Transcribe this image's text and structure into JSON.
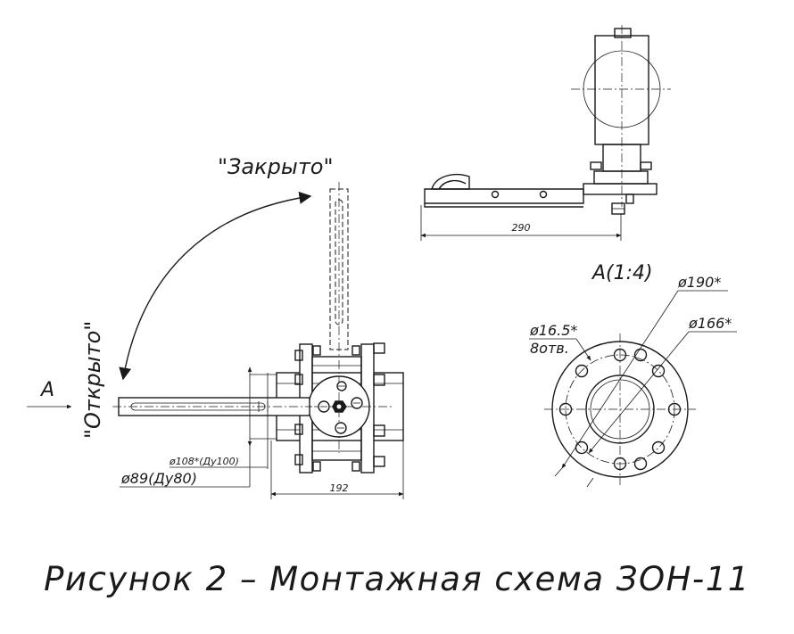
{
  "labels": {
    "closed": "\"Закрыто\"",
    "open": "\"Открыто\"",
    "view_arrow": "A"
  },
  "side_view": {
    "dim_length": "290"
  },
  "front_view": {
    "dim_width": "192",
    "dim_flange": "ø108*(Ду100)",
    "dim_pipe": "ø89(Ду80)"
  },
  "detail_view": {
    "title": "A(1:4)",
    "dim_outer": "ø190*",
    "dim_bolt_circle": "ø166*",
    "dim_holes": "ø16.5*",
    "dim_holes_count": "8отв."
  },
  "caption": "Рисунок 2 – Монтажная схема ЗОН-11"
}
